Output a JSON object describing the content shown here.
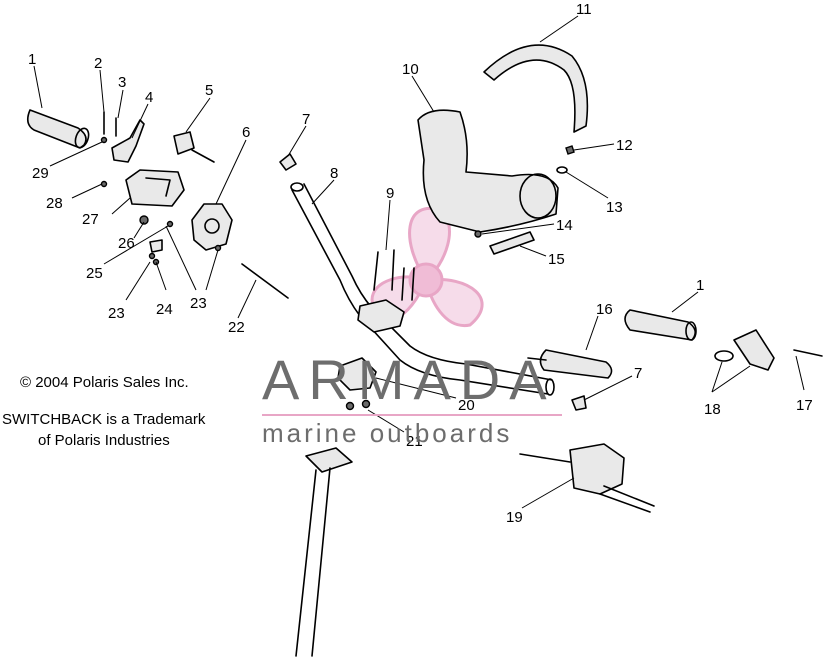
{
  "callouts": [
    "1",
    "2",
    "3",
    "4",
    "5",
    "6",
    "7",
    "8",
    "9",
    "10",
    "11",
    "12",
    "13",
    "14",
    "15",
    "16",
    "1",
    "7",
    "17",
    "18",
    "19",
    "20",
    "21",
    "22",
    "23",
    "23",
    "24",
    "25",
    "26",
    "27",
    "28",
    "29"
  ],
  "notes": {
    "copyright": "© 2004 Polaris Sales Inc.",
    "trademark_line1": "SWITCHBACK is a Trademark",
    "trademark_line2": "of Polaris Industries"
  },
  "watermark": {
    "title": "ARMADA",
    "subtitle": "marine outboards",
    "logo": "propeller-logo",
    "accent_color": "#e8a6c6",
    "text_color": "#6d6d6d"
  }
}
